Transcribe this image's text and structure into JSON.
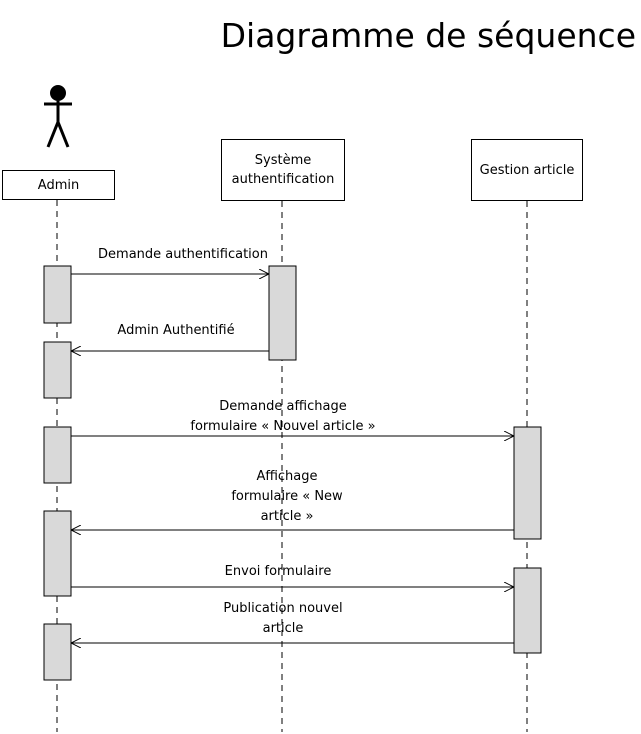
{
  "title": "Diagramme de séquence",
  "participants": [
    {
      "id": "admin",
      "label": "Admin"
    },
    {
      "id": "systeme",
      "label": "Système\nauthentification"
    },
    {
      "id": "gestion",
      "label": "Gestion article"
    }
  ],
  "messages": [
    {
      "label": "Demande authentification"
    },
    {
      "label": "Admin Authentifié"
    },
    {
      "label": "Demande affichage\nformulaire « Nouvel article »"
    },
    {
      "label": "Affichage\nformulaire « New\narticle »"
    },
    {
      "label": "Envoi formulaire"
    },
    {
      "label": "Publication nouvel\narticle"
    }
  ],
  "colors": {
    "activation_fill": "#d9d9d9",
    "line": "#000000"
  }
}
